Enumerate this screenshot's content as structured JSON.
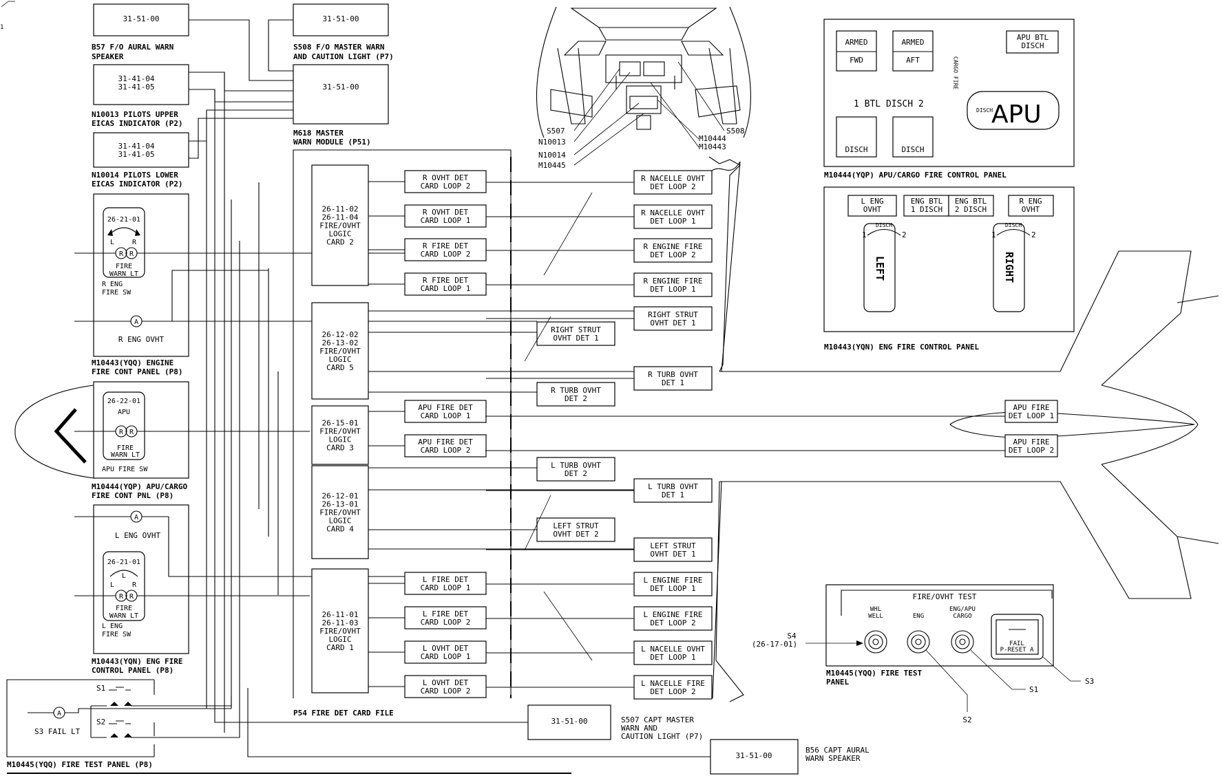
{
  "top_left": {
    "ref_b57": "31-51-00",
    "b57_label_1": "B57  F/O AURAL WARN",
    "b57_label_2": "SPEAKER",
    "ref_n10013": [
      "31-41-04",
      "31-41-05"
    ],
    "n10013_label_1": "N10013  PILOTS UPPER",
    "n10013_label_2": "EICAS INDICATOR (P2)",
    "ref_n10014": [
      "31-41-04",
      "31-41-05"
    ],
    "n10014_label_1": "N10014  PILOTS LOWER",
    "n10014_label_2": "EICAS INDICATOR (P2)",
    "ref_s508": "31-51-00",
    "s508_label_1": "S508  F/O MASTER WARN",
    "s508_label_2": "AND CAUTION LIGHT (P7)",
    "ref_m618": "31-51-00",
    "m618_label_1": "M618  MASTER",
    "m618_label_2": "WARN MODULE (P51)"
  },
  "left_panels": {
    "r_eng_sw_ref": "26-21-01",
    "r_eng_fire_lt": [
      "FIRE",
      "WARN LT"
    ],
    "r_eng_sw": [
      "R ENG",
      "FIRE SW"
    ],
    "r_eng_ovht": "R ENG OVHT",
    "r_panel_1": "M10443(YQQ)  ENGINE",
    "r_panel_2": "FIRE CONT PANEL (P8)",
    "apu_ref": "26-22-01",
    "apu_label": "APU",
    "apu_fire_lt": [
      "FIRE",
      "WARN LT"
    ],
    "apu_sw": "APU FIRE SW",
    "apu_panel_1": "M10444(YQP)  APU/CARGO",
    "apu_panel_2": "FIRE CONT PNL (P8)",
    "l_eng_ovht": "L ENG OVHT",
    "l_eng_sw_ref": "26-21-01",
    "l_eng_fire_lt": [
      "FIRE",
      "WARN LT"
    ],
    "l_eng_sw": [
      "L ENG",
      "FIRE SW"
    ],
    "l_panel_1": "M10443(YQN)  ENG FIRE",
    "l_panel_2": "CONTROL PANEL (P8)",
    "test_s1": "S1",
    "test_s2": "S2",
    "test_s3": "S3 FAIL LT",
    "test_panel": "M10445(YQQ)  FIRE TEST PANEL (P8)",
    "sw_r": "R",
    "sw_l": "L",
    "lamp_a": "A"
  },
  "cards": [
    {
      "lines": [
        "26-11-02",
        "26-11-04",
        "FIRE/OVHT",
        "LOGIC",
        "CARD 2"
      ]
    },
    {
      "lines": [
        "26-12-02",
        "26-13-02",
        "FIRE/OVHT",
        "LOGIC",
        "CARD 5"
      ]
    },
    {
      "lines": [
        "26-15-01",
        "FIRE/OVHT",
        "LOGIC",
        "CARD 3"
      ]
    },
    {
      "lines": [
        "26-12-01",
        "26-13-01",
        "FIRE/OVHT",
        "LOGIC",
        "CARD 4"
      ]
    },
    {
      "lines": [
        "26-11-01",
        "26-11-03",
        "FIRE/OVHT",
        "LOGIC",
        "CARD 1"
      ]
    }
  ],
  "card_file_label": "P54  FIRE DET CARD FILE",
  "card_outputs": [
    [
      "R OVHT DET",
      "CARD LOOP 2"
    ],
    [
      "R OVHT DET",
      "CARD LOOP 1"
    ],
    [
      "R FIRE DET",
      "CARD LOOP 2"
    ],
    [
      "R FIRE DET",
      "CARD LOOP 1"
    ],
    [
      "APU FIRE DET",
      "CARD LOOP 1"
    ],
    [
      "APU FIRE DET",
      "CARD LOOP 2"
    ],
    [
      "L FIRE DET",
      "CARD LOOP 1"
    ],
    [
      "L FIRE DET",
      "CARD LOOP 2"
    ],
    [
      "L OVHT DET",
      "CARD LOOP 1"
    ],
    [
      "L OVHT DET",
      "CARD LOOP 2"
    ]
  ],
  "strut_boxes": [
    [
      "RIGHT STRUT",
      "OVHT DET 1"
    ],
    [
      "R TURB OVHT",
      "DET 2"
    ],
    [
      "L TURB OVHT",
      "DET 2"
    ],
    [
      "LEFT STRUT",
      "OVHT DET 2"
    ]
  ],
  "detectors": [
    [
      "R NACELLE OVHT",
      "DET LOOP 2"
    ],
    [
      "R NACELLE OVHT",
      "DET LOOP 1"
    ],
    [
      "R ENGINE FIRE",
      "DET LOOP 2"
    ],
    [
      "R ENGINE FIRE",
      "DET LOOP 1"
    ],
    [
      "RIGHT STRUT",
      "OVHT DET 1"
    ],
    [
      "R TURB OVHT",
      "DET 1"
    ],
    [
      "L TURB OVHT",
      "DET 1"
    ],
    [
      "LEFT STRUT",
      "OVHT DET 1"
    ],
    [
      "L ENGINE FIRE",
      "DET LOOP 1"
    ],
    [
      "L ENGINE FIRE",
      "DET LOOP 2"
    ],
    [
      "L NACELLE OVHT",
      "DET LOOP 1"
    ],
    [
      "L NACELLE FIRE",
      "DET LOOP 2"
    ]
  ],
  "apu_detectors": [
    [
      "APU FIRE",
      "DET LOOP 1"
    ],
    [
      "APU FIRE",
      "DET LOOP 2"
    ]
  ],
  "bottom": {
    "ref_s507": "31-51-00",
    "s507_label": [
      "S507  CAPT MASTER",
      "WARN AND",
      "CAUTION LIGHT (P7)"
    ],
    "ref_b56": "31-51-00",
    "b56_label": [
      "B56  CAPT AURAL",
      "WARN SPEAKER"
    ]
  },
  "cockpit_callouts": [
    "S507",
    "N10013",
    "N10014",
    "M10445",
    "S508",
    "M10444",
    "M10443"
  ],
  "apu_cargo_panel": {
    "armed_fwd": [
      "ARMED",
      "FWD"
    ],
    "armed_aft": [
      "ARMED",
      "AFT"
    ],
    "apu_btl": [
      "APU BTL",
      "DISCH"
    ],
    "cargo_fire": "CARGO FIRE",
    "btl_disch": "1  BTL DISCH  2",
    "disch": "DISCH",
    "disch_small": "DISCH",
    "apu": "APU",
    "title": "M10444(YQP)   APU/CARGO FIRE CONTROL PANEL"
  },
  "eng_fire_panel": {
    "l_eng_ovht": [
      "L ENG",
      "OVHT"
    ],
    "eng_btl_1": [
      "ENG BTL",
      "1 DISCH"
    ],
    "eng_btl_2": [
      "ENG BTL",
      "2 DISCH"
    ],
    "r_eng_ovht": [
      "R ENG",
      "OVHT"
    ],
    "disch": "DISCH",
    "n1": "1",
    "n2": "2",
    "left": "LEFT",
    "right": "RIGHT",
    "title": "M10443(YQN)   ENG FIRE CONTROL PANEL"
  },
  "fire_test_panel": {
    "title": "FIRE/OVHT TEST",
    "whl_well": [
      "WHL",
      "WELL"
    ],
    "eng": "ENG",
    "eng_apu": [
      "ENG/APU",
      "CARGO"
    ],
    "fail": [
      "FAIL",
      "P-RESET A"
    ],
    "s4": [
      "S4",
      "(26-17-01)"
    ],
    "s1": "S1",
    "s2": "S2",
    "s3": "S3",
    "panel_label": [
      "M10445(YQQ)  FIRE TEST",
      "PANEL"
    ]
  },
  "sheet_mark": "1"
}
